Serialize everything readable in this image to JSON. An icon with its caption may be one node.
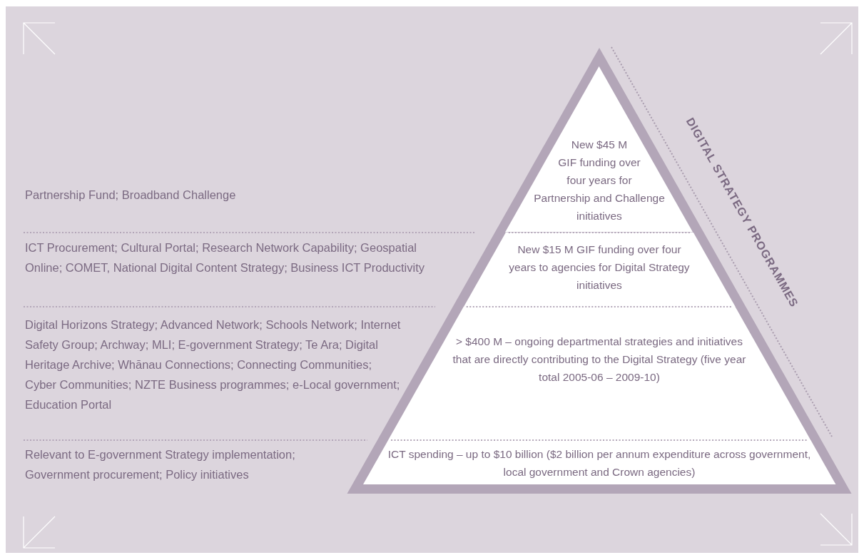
{
  "diagram": {
    "nodes": [
      {
        "text": [
          "New $45 M GIF funding over four years for Partnership and Challenge initiatives"
        ]
      },
      {
        "text": [
          "New $15 M GIF funding over four years to agencies for Digital Strategy initiatives"
        ]
      },
      {
        "text": [
          "> $400 M  – ongoing departmental strategies and initiatives that are directly contributing to the Digital Strategy (five year total 2005-06 – 2009-10)"
        ]
      },
      {
        "text": [
          "ICT spending – up to $10 billion ($2 billion per annum expenditure across government, local government and Crown agencies)"
        ]
      }
    ],
    "labels": [
      "Partnership Fund; Broadband Challenge",
      "ICT Procurement; Cultural Portal; Research Network Capability; Geospatial Online; COMET, National Digital Content Strategy; Business ICT Productivity",
      "Digital Horizons Strategy; Advanced Network; Schools Network; Internet Safety Group; Archway; MLI; E-government Strategy; Te Ara; Digital Heritage Archive; Whānau Connections; Connecting Communities; Cyber Communities; NZTE Business programmes; e-Local government; Education Portal",
      "Relevant to E-government Strategy implementation; Government procurement; Policy initiatives",
      "DIGITAL STRATEGY PROGRAMMES"
    ]
  }
}
